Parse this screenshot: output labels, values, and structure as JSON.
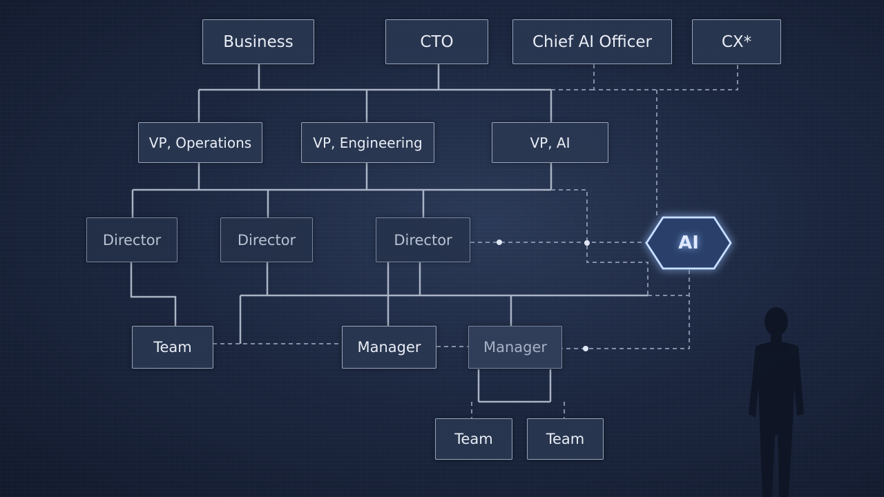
{
  "top_row": {
    "business": "Business",
    "cto": "CTO",
    "chief_ai_officer": "Chief AI Officer",
    "cx": "CX*"
  },
  "vp_row": {
    "operations": "VP, Operations",
    "engineering": "VP, Engineering",
    "ai": "VP, AI"
  },
  "director_row": [
    "Director",
    "Director",
    "Director"
  ],
  "team_left": "Team",
  "manager_row": [
    "Manager",
    "Manager"
  ],
  "bottom_teams": [
    "Team",
    "Team"
  ],
  "ai_node": "AI",
  "colors": {
    "background": "#1c2740",
    "box_border": "#9aa6bd",
    "line_solid": "#c3ccdc",
    "line_dashed": "#8e9bb3",
    "ai_glow": "#7fb0ff"
  }
}
